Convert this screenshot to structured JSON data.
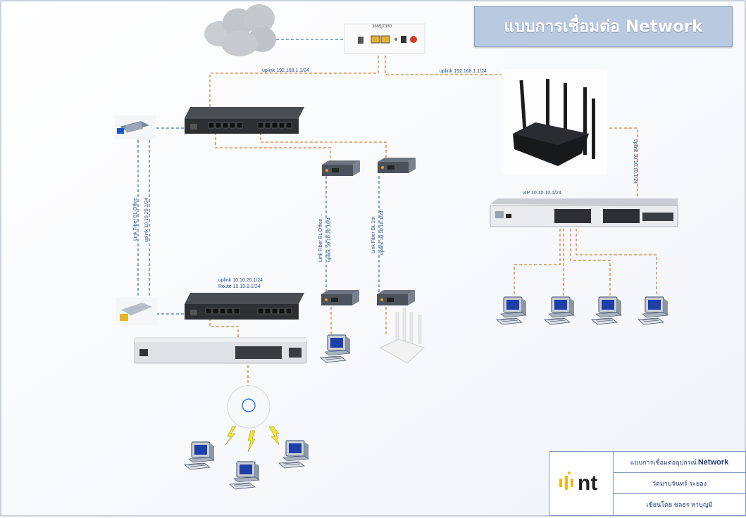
{
  "title": "แบบการเชื่อมต่อ Network",
  "modem_model": "3865j7380",
  "labels": {
    "uplink_left": "uplink 192.168.1.1/24",
    "uplink_right": "uplink 192.168.1.1/24",
    "wifi_uplink": "uplink 10.10.10.1/24",
    "switch_vip": "vIP 10.10.10.1/24",
    "fiber_office": "Link Fiber BL Office",
    "fiber_office_uplink": "uplink 10.10.20.1/24",
    "office2_fiber": "Link Fiber BL Office ...",
    "office2_uplink": "uplink 10.10.20.1/24",
    "third_fiber": "Link Fiber BL 1st",
    "third_uplink": "uplink 10.10.10.1/24",
    "router2_uplink": "uplink 10.10.20.1/24",
    "router2_route": "Route 10.10.9.1/24"
  },
  "title_block": {
    "logo_text": "nt",
    "row1_prefix": "แบบการเชื่อมต่ออุปกรณ์",
    "row1_bold": "Network",
    "row2": "วัดมาบจันทร์ ระยอง",
    "row3": "เขียนโดย ชลธร หาบุญมี"
  },
  "colors": {
    "link_orange": "#e7782f",
    "link_blue": "#4a74b5",
    "title_bg": "#b8c9e0",
    "switch_ports": "#e8b81c"
  },
  "icons": [
    "cloud-icon",
    "modem-icon",
    "router-icon",
    "sfp-module-icon",
    "media-converter-icon",
    "wifi-router-icon",
    "switch-icon",
    "access-point-icon",
    "pc-icon",
    "lightning-icon",
    "nt-logo-icon"
  ]
}
